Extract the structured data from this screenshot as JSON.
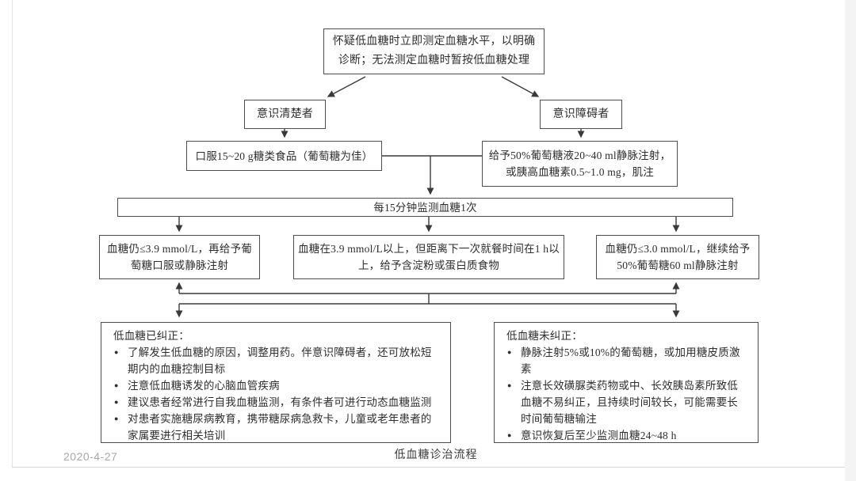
{
  "page": {
    "date": "2020-4-27",
    "caption": "低血糖诊治流程"
  },
  "colors": {
    "ink": "#3a3a3a",
    "box_border": "#4e4e4e",
    "date_gray": "#a8a8a8"
  },
  "flowchart": {
    "suspect": "怀疑低血糖时立即测定血糖水平，以明确诊断；无法测定血糖时暂按低血糖处理",
    "conscious": "意识清楚者",
    "impaired": "意识障碍者",
    "oral": "口服15~20 g糖类食品（葡萄糖为佳）",
    "iv": "给予50%葡萄糖液20~40 ml静脉注射，或胰高血糖素0.5~1.0 mg，肌注",
    "monitor": "每15分钟监测血糖1次",
    "still_low": "血糖仍≤3.9 mmol/L，再给予葡萄糖口服或静脉注射",
    "above_threshold": "血糖在3.9 mmol/L以上，但距离下一次就餐时间在1 h以上，给予含淀粉或蛋白质食物",
    "very_low": "血糖仍≤3.0 mmol/L，继续给予50%葡萄糖60 ml静脉注射",
    "corrected": {
      "title": "低血糖已纠正：",
      "bullets": [
        "了解发生低血糖的原因，调整用药。伴意识障碍者，还可放松短期内的血糖控制目标",
        "注意低血糖诱发的心脑血管疾病",
        "建议患者经常进行自我血糖监测，有条件者可进行动态血糖监测",
        "对患者实施糖尿病教育，携带糖尿病急救卡，儿童或老年患者的家属要进行相关培训"
      ]
    },
    "uncorrected": {
      "title": "低血糖未纠正：",
      "bullets": [
        "静脉注射5%或10%的葡萄糖，或加用糖皮质激素",
        "注意长效磺脲类药物或中、长效胰岛素所致低血糖不易纠正，且持续时间较长，可能需要长时间葡萄糖输注",
        "意识恢复后至少监测血糖24~48 h"
      ]
    }
  }
}
